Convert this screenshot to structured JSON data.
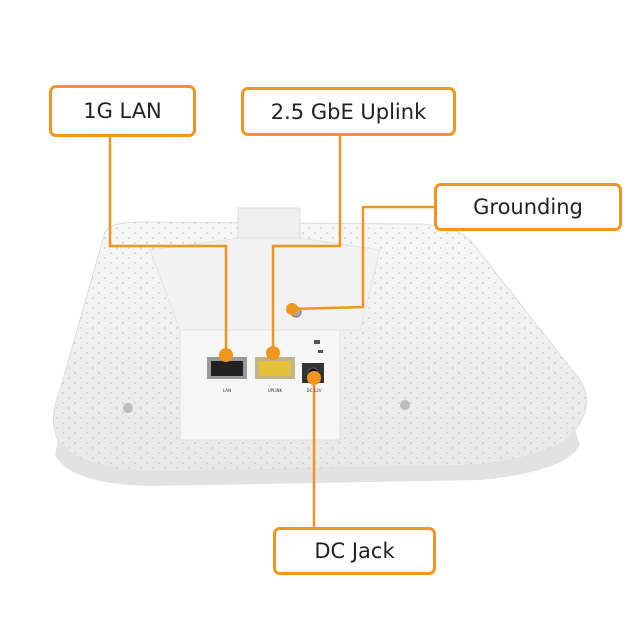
{
  "callouts": {
    "lan": "1G LAN",
    "uplink": "2.5 GbE Uplink",
    "grounding": "Grounding",
    "dc_jack": "DC Jack"
  },
  "device_labels": {
    "lan_port": "LAN",
    "uplink_port": "UPLINK",
    "power_port": "DC 12V"
  },
  "colors": {
    "accent": "#f0961e",
    "device": "#f4f4f4"
  }
}
